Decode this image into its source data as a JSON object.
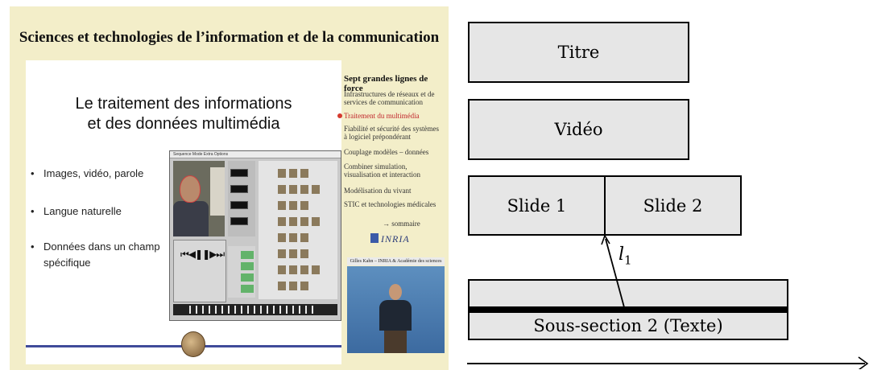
{
  "slide": {
    "title": "Sciences et technologies de l’information et de la communication",
    "heading_line1": "Le traitement des informations",
    "heading_line2": "et des données multimédia",
    "bullets": [
      "Images, vidéo, parole",
      "Langue naturelle",
      "Données dans un champ spécifique"
    ],
    "app_menu": "Sequence  Mode  Extra  Options",
    "sidebar": {
      "title": "Sept grandes lignes de force",
      "items": [
        "Infrastructures de réseaux et de services de communication",
        "Traitement du multimédia",
        "Fiabilité et sécurité des systèmes à logiciel prépondérant",
        "Couplage modèles – données",
        "Combiner simulation, visualisation et interaction",
        "Modélisation du vivant",
        "STIC et technologies médicales"
      ],
      "sommaire": "→ sommaire",
      "logo_text": "INRIA",
      "caption": "Gilles Kahn – INRIA & Académie des sciences"
    }
  },
  "diagram": {
    "boxes": {
      "titre": "Titre",
      "video": "Vidéo",
      "slide1": "Slide 1",
      "slide2": "Slide 2",
      "sous_section": "Sous-section 2 (Texte)"
    },
    "link_label": "l",
    "link_subscript": "1",
    "fill_color": "#e6e6e6"
  }
}
